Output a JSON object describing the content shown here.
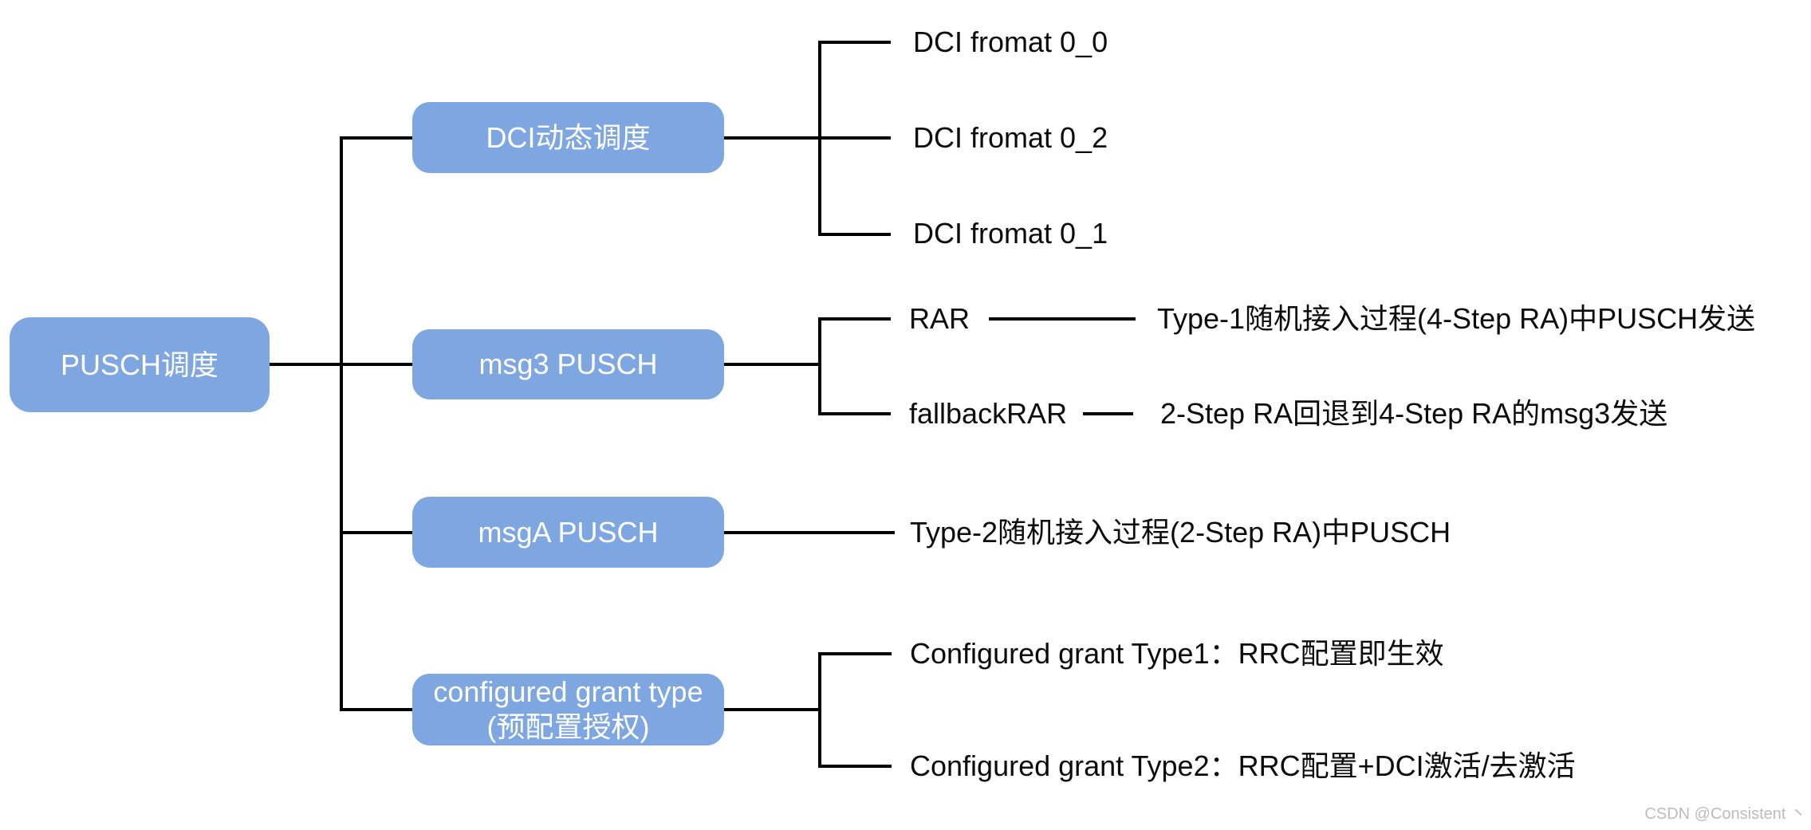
{
  "root": {
    "label": "PUSCH调度"
  },
  "branches": [
    {
      "label": "DCI动态调度",
      "children": [
        {
          "label": "DCI fromat 0_0"
        },
        {
          "label": "DCI fromat 0_2"
        },
        {
          "label": "DCI fromat 0_1"
        }
      ]
    },
    {
      "label": "msg3 PUSCH",
      "children": [
        {
          "label": "RAR",
          "note": "Type-1随机接入过程(4-Step RA)中PUSCH发送"
        },
        {
          "label": "fallbackRAR",
          "note": "2-Step RA回退到4-Step RA的msg3发送"
        }
      ]
    },
    {
      "label": "msgA PUSCH",
      "children": [
        {
          "label": "Type-2随机接入过程(2-Step RA)中PUSCH"
        }
      ]
    },
    {
      "label_line1": "configured grant type",
      "label_line2": "(预配置授权)",
      "children": [
        {
          "label": "Configured grant Type1：RRC配置即生效"
        },
        {
          "label": "Configured grant Type2：RRC配置+DCI激活/去激活"
        }
      ]
    }
  ],
  "watermark": "CSDN @Consistent 丶",
  "colors": {
    "node_fill": "#7EA6E0",
    "node_text": "#FFFFFF",
    "connector": "#000000",
    "label_text": "#0B0B0B",
    "watermark_text": "#BCBCBC"
  }
}
